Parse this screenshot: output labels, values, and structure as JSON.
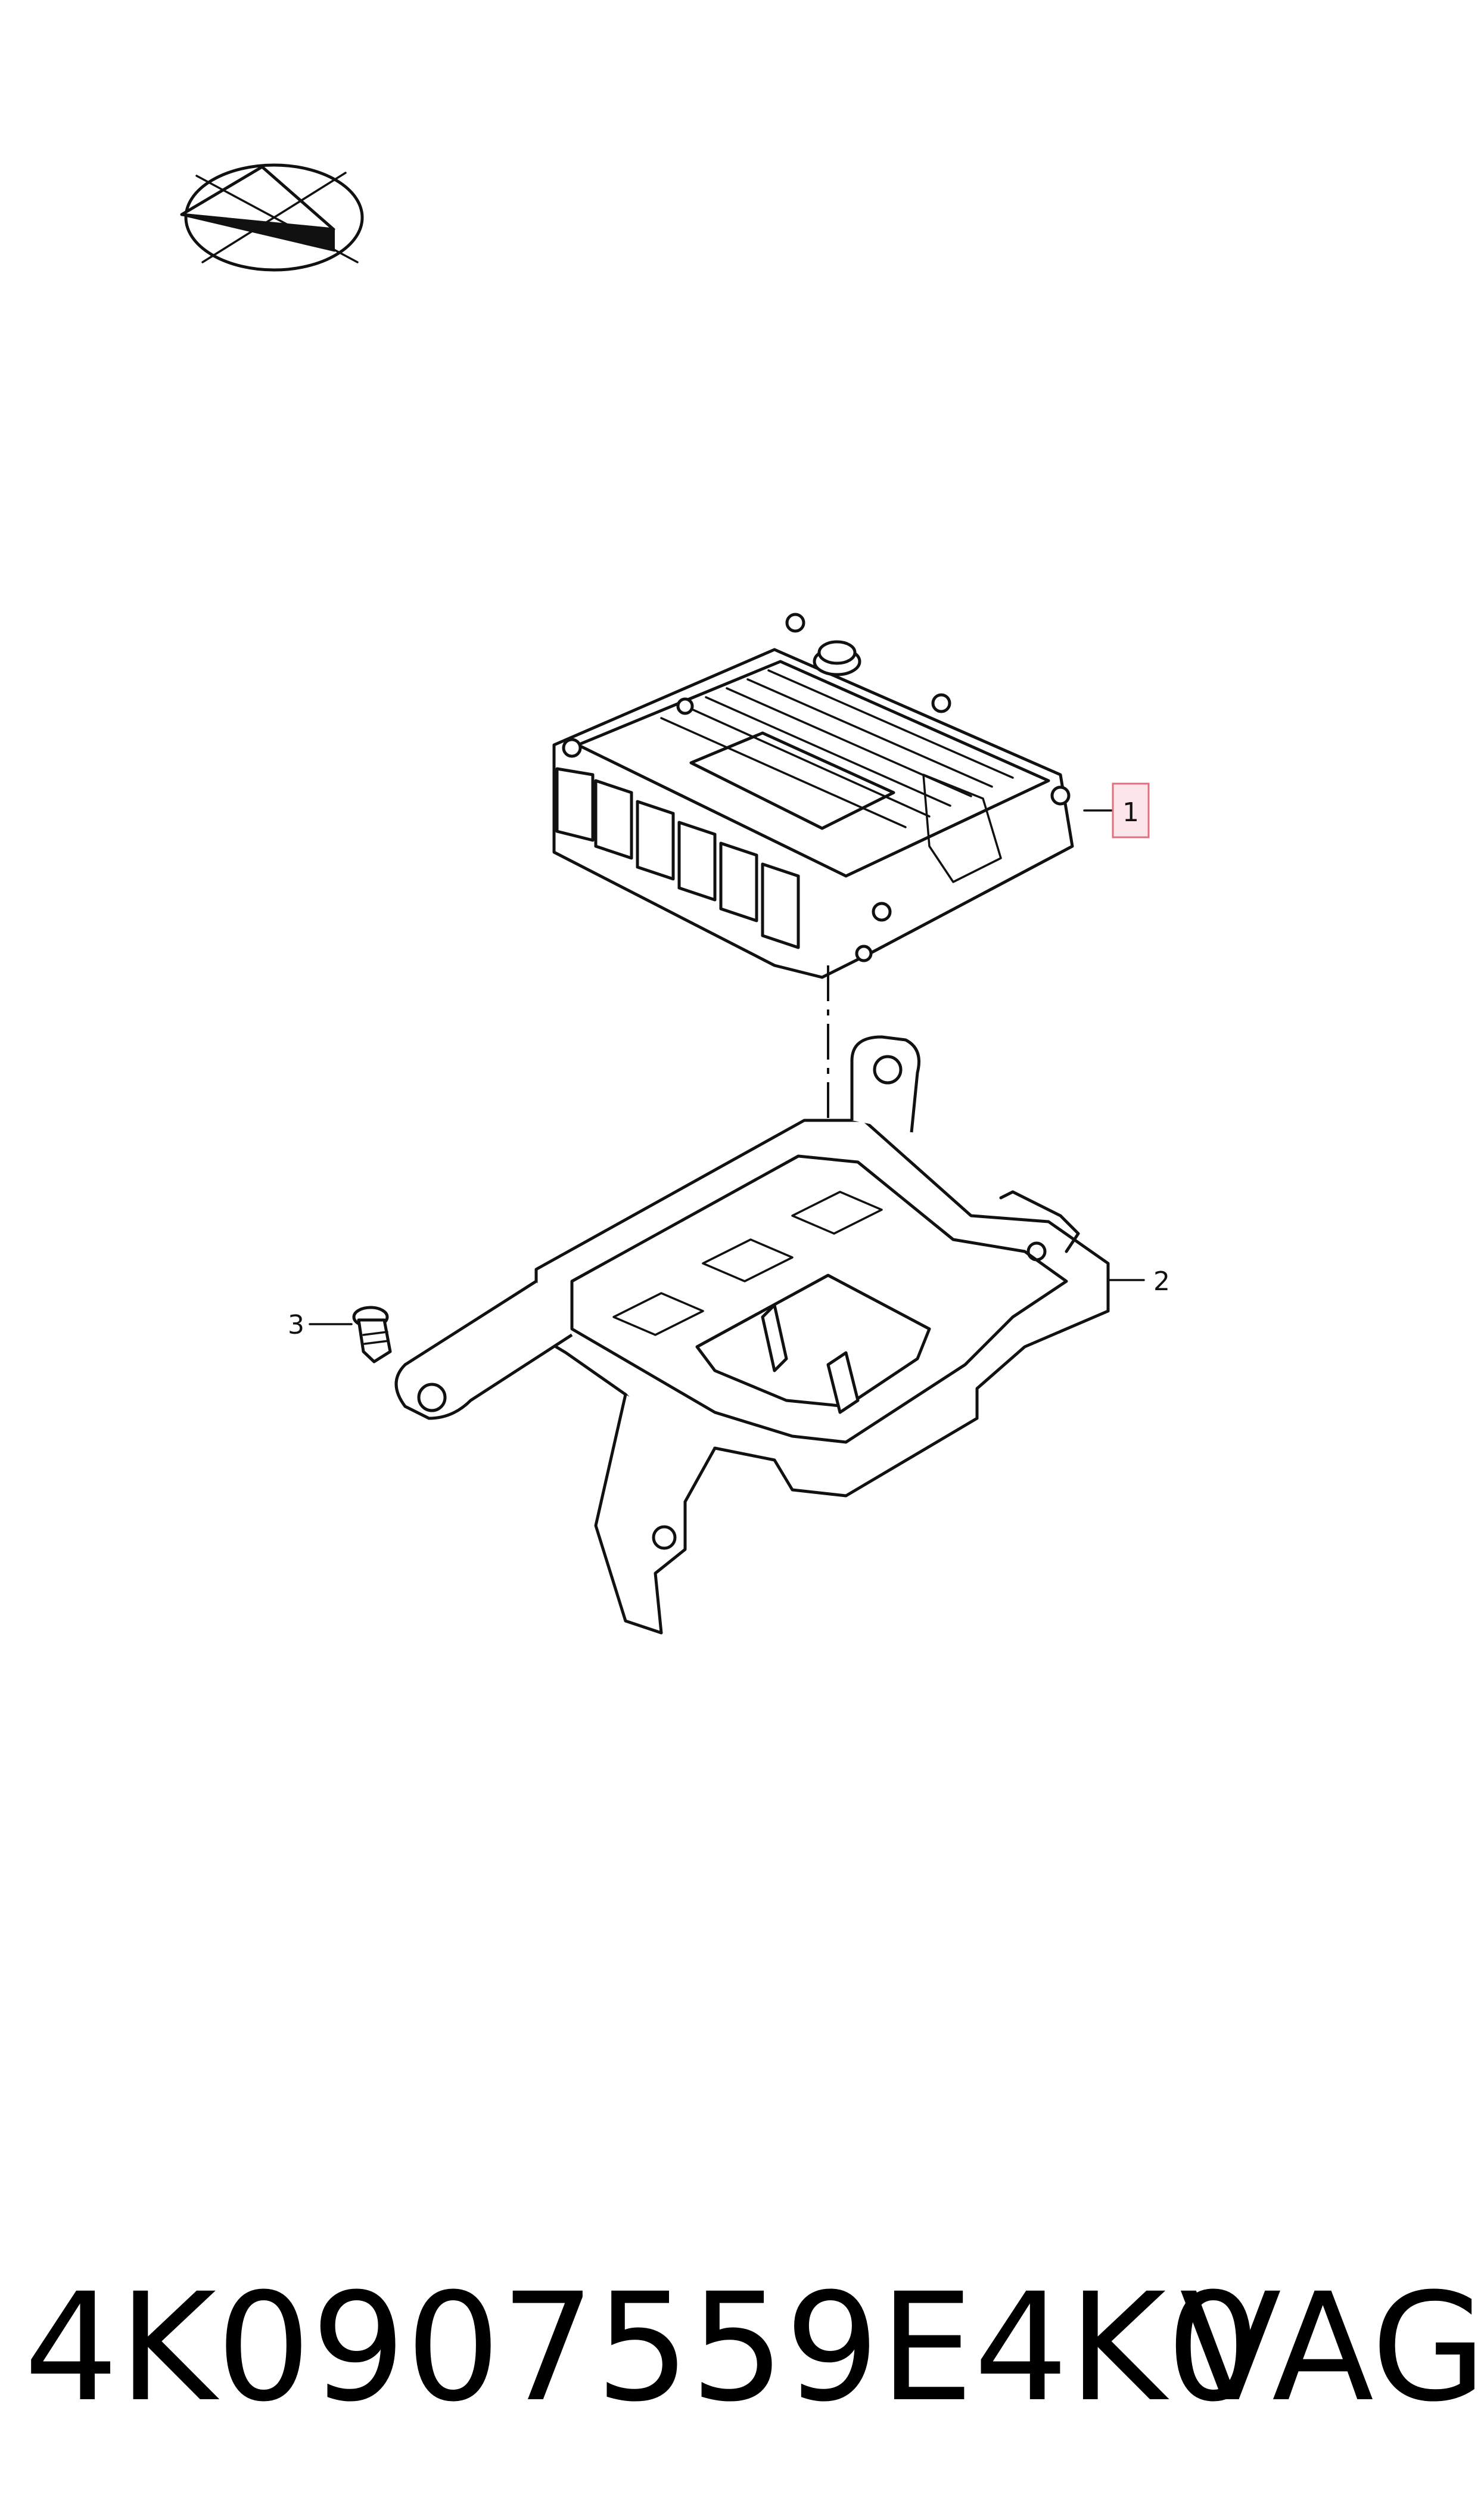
{
  "callouts": [
    {
      "id": "1",
      "label": "1",
      "highlighted": true
    },
    {
      "id": "2",
      "label": "2",
      "highlighted": false
    },
    {
      "id": "3",
      "label": "3",
      "highlighted": false
    }
  ],
  "footer": {
    "part_number": "4K0907559E4K0",
    "brand": "VAG"
  },
  "colors": {
    "highlight_fill": "#fde6ea",
    "highlight_stroke": "#e0707f",
    "line": "#111111"
  },
  "icons": {
    "orientation": "direction-arrow-icon"
  }
}
